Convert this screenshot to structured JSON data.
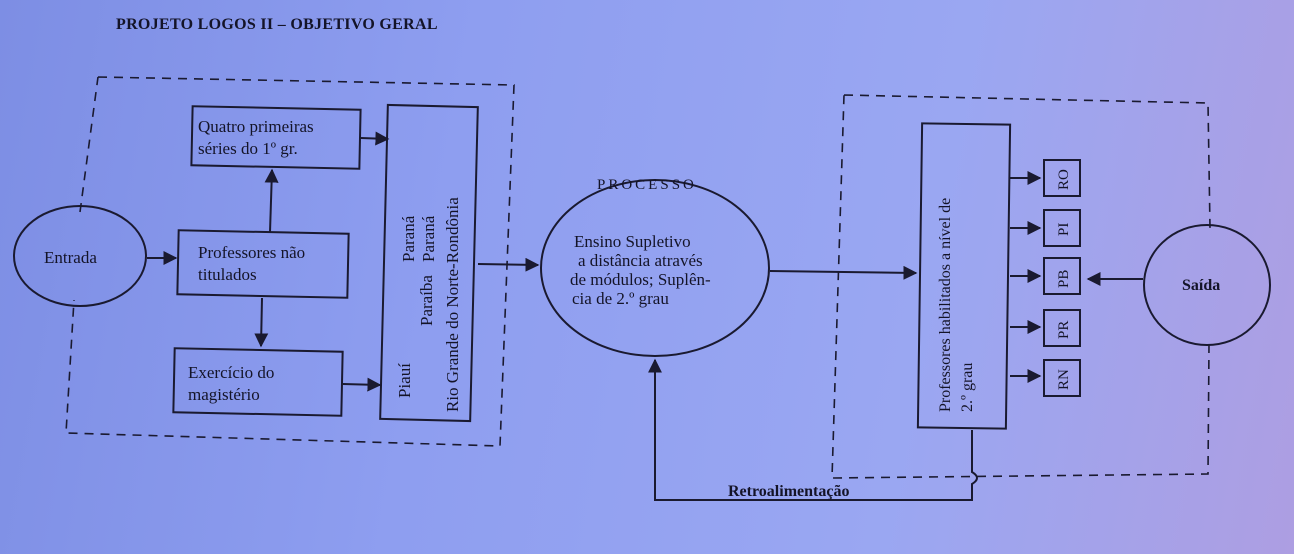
{
  "header": {
    "title": "PROJETO LOGOS II – OBJETIVO GERAL"
  },
  "left": {
    "entrada": "Entrada",
    "quatro_line1": "Quatro primeiras",
    "quatro_line2": "séries do 1º gr.",
    "professores_line1": "Professores não",
    "professores_line2": "titulados",
    "exercicio_line1": "Exercício do",
    "exercicio_line2": "magistério",
    "states_col1": "Piauí",
    "states_col2": "Paraíba",
    "states_col3": "Paraná",
    "states_col4": "Paraná",
    "states_col5": "Rio Grande do Norte-Rondônia"
  },
  "process": {
    "label": "PROCESSO",
    "line1": "Ensino Supletivo",
    "line2": "a distância através",
    "line3": "de módulos; Suplên-",
    "line4": "cia de 2.º grau"
  },
  "right": {
    "professores_line1": "Professores habilitados a nível de",
    "professores_line2": "2.º grau",
    "states": [
      "RO",
      "PI",
      "PB",
      "PR",
      "RN"
    ],
    "saida": "Saída"
  },
  "feedback": {
    "label": "Retroalimentação"
  },
  "colors": {
    "background": "#8e9ef0",
    "ink": "#1a1a30"
  }
}
